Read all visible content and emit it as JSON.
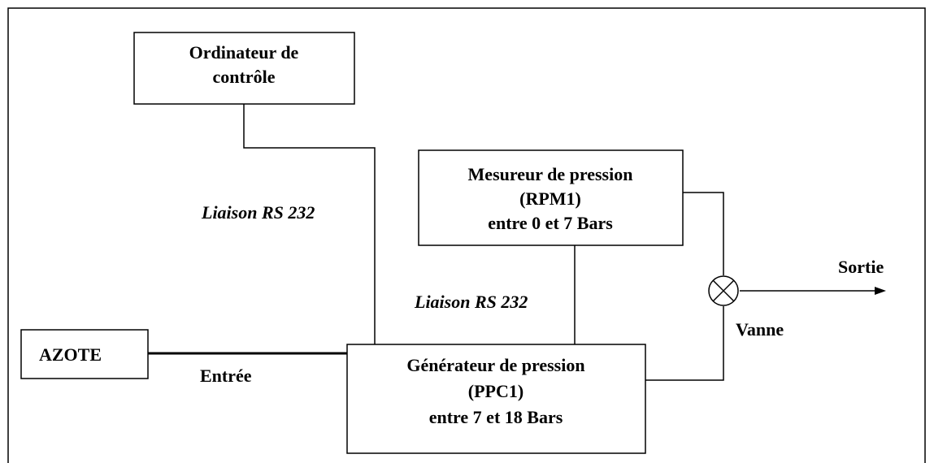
{
  "nodes": {
    "computer": {
      "line1": "Ordinateur de",
      "line2": "contrôle"
    },
    "gauge": {
      "line1": "Mesureur de pression",
      "line2": "(RPM1)",
      "line3": "entre 0 et 7 Bars"
    },
    "nitrogen": {
      "label": "AZOTE"
    },
    "generator": {
      "line1": "Générateur de pression",
      "line2": "(PPC1)",
      "line3": "entre 7 et 18 Bars"
    }
  },
  "edges": {
    "link_computer": "Liaison RS 232",
    "link_gauge": "Liaison RS 232",
    "input": "Entrée",
    "output": "Sortie",
    "valve": "Vanne"
  }
}
